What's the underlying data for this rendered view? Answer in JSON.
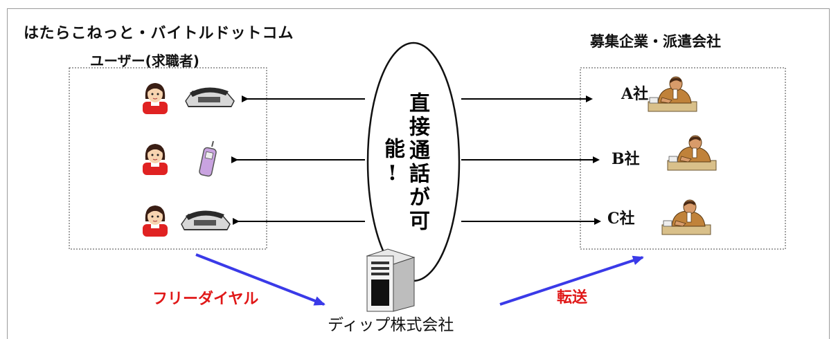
{
  "diagram": {
    "site_title": "はたらこねっと・バイトルドットコム",
    "users_title": "ユーザー(求職者)",
    "companies_title": "募集企業・派遣会社",
    "center_text": "直接通話が可能!",
    "companies": [
      {
        "label": "A社"
      },
      {
        "label": "B社"
      },
      {
        "label": "C社"
      }
    ],
    "free_dial_label": "フリーダイヤル",
    "transfer_label": "転送",
    "dip_label": "ディップ株式会社",
    "colors": {
      "flow_arrow": "#3a3ae8",
      "accent_text": "#e01818",
      "user_clothes": "#e02222",
      "user_hair": "#3a1e14",
      "businessman_suit": "#c0823a"
    },
    "icons": [
      "user-woman-icon",
      "desk-phone-icon",
      "mobile-phone-icon",
      "fax-phone-icon",
      "businessman-icon",
      "server-icon"
    ]
  }
}
